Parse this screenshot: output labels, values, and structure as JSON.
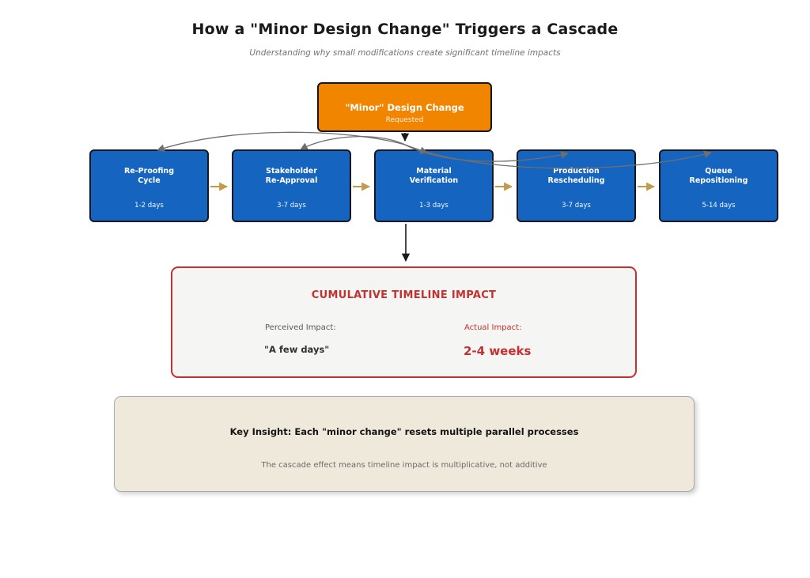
{
  "header": {
    "title": "How a \"Minor Design Change\" Triggers a Cascade",
    "subtitle": "Understanding why small modifications create significant timeline impacts"
  },
  "source": {
    "title": "\"Minor\" Design Change",
    "subtitle": "Requested"
  },
  "stages": [
    {
      "line1": "Re-Proofing",
      "line2": "Cycle",
      "duration": "1-2 days"
    },
    {
      "line1": "Stakeholder",
      "line2": "Re-Approval",
      "duration": "3-7 days"
    },
    {
      "line1": "Material",
      "line2": "Verification",
      "duration": "1-3 days"
    },
    {
      "line1": "Production",
      "line2": "Rescheduling",
      "duration": "3-7 days"
    },
    {
      "line1": "Queue",
      "line2": "Repositioning",
      "duration": "5-14 days"
    }
  ],
  "impact": {
    "title": "CUMULATIVE TIMELINE IMPACT",
    "perceived_label": "Perceived Impact:",
    "perceived_value": "\"A few days\"",
    "actual_label": "Actual Impact:",
    "actual_value": "2-4 weeks"
  },
  "insight": {
    "title": "Key Insight: Each \"minor change\" resets multiple parallel processes",
    "subtitle": "The cascade effect means timeline impact is multiplicative, not additive"
  },
  "colors": {
    "source_fill": "#F28500",
    "stage_fill": "#1565C0",
    "impact_accent": "#C53030",
    "flow_arrow": "#C49B4B",
    "cascade_arrow": "#6E6E6E",
    "trigger_arrow": "#1A1A1A",
    "insight_bg": "#EFE9DB"
  }
}
